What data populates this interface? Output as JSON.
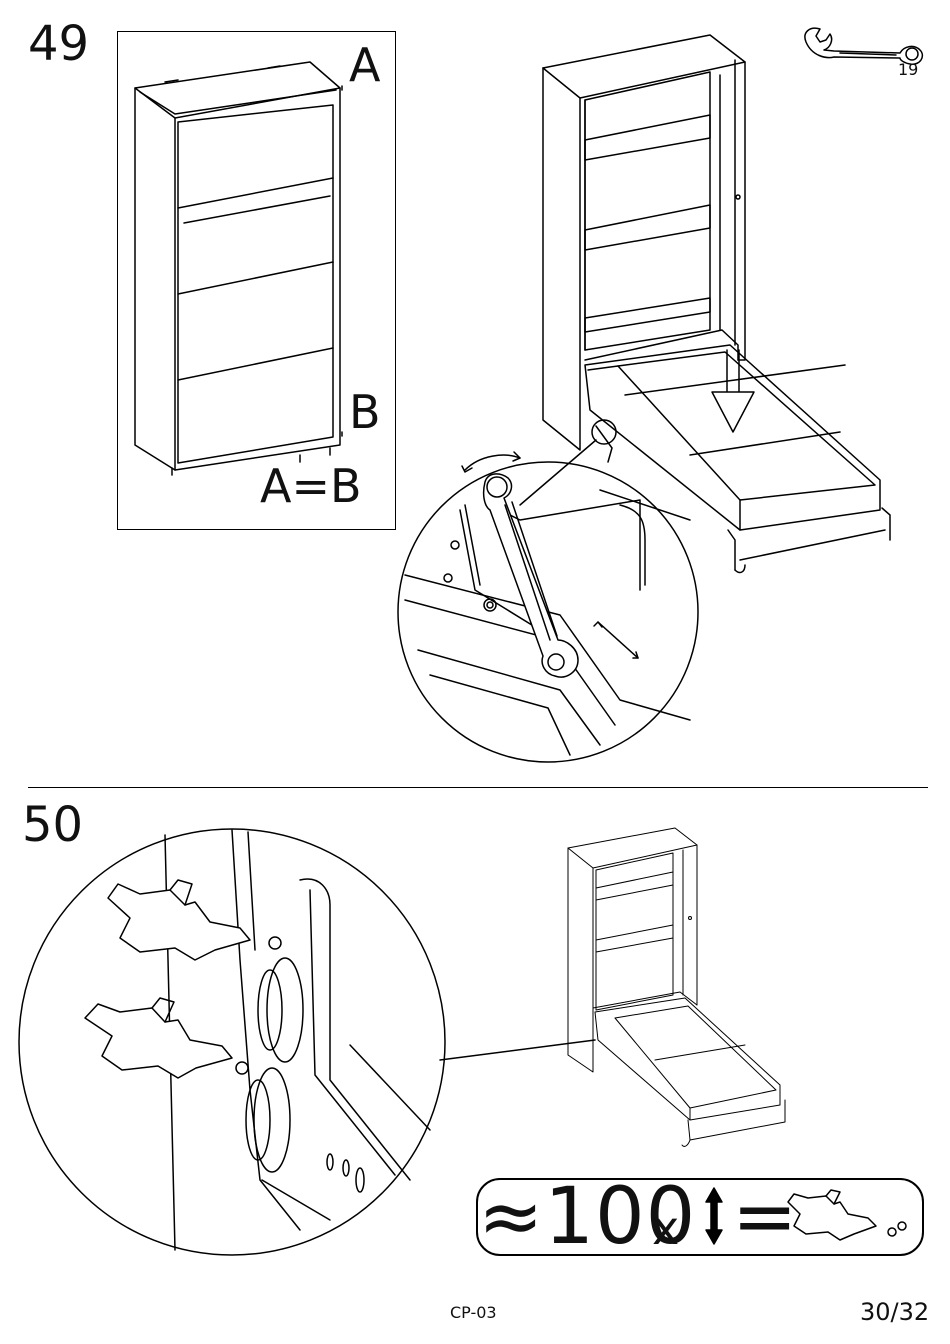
{
  "steps": {
    "step49": {
      "number": "49",
      "label_a": "A",
      "label_b": "B",
      "equation": "A=B",
      "tool_size": "19"
    },
    "step50": {
      "number": "50",
      "quantity": "≈100",
      "times": "x",
      "equals": "="
    }
  },
  "footer": {
    "code": "CP-03",
    "page": "30/32"
  },
  "icons": {
    "wrench": "wrench-icon",
    "arrows": "double-arrow-icon",
    "clip": "cable-clip-icon"
  }
}
